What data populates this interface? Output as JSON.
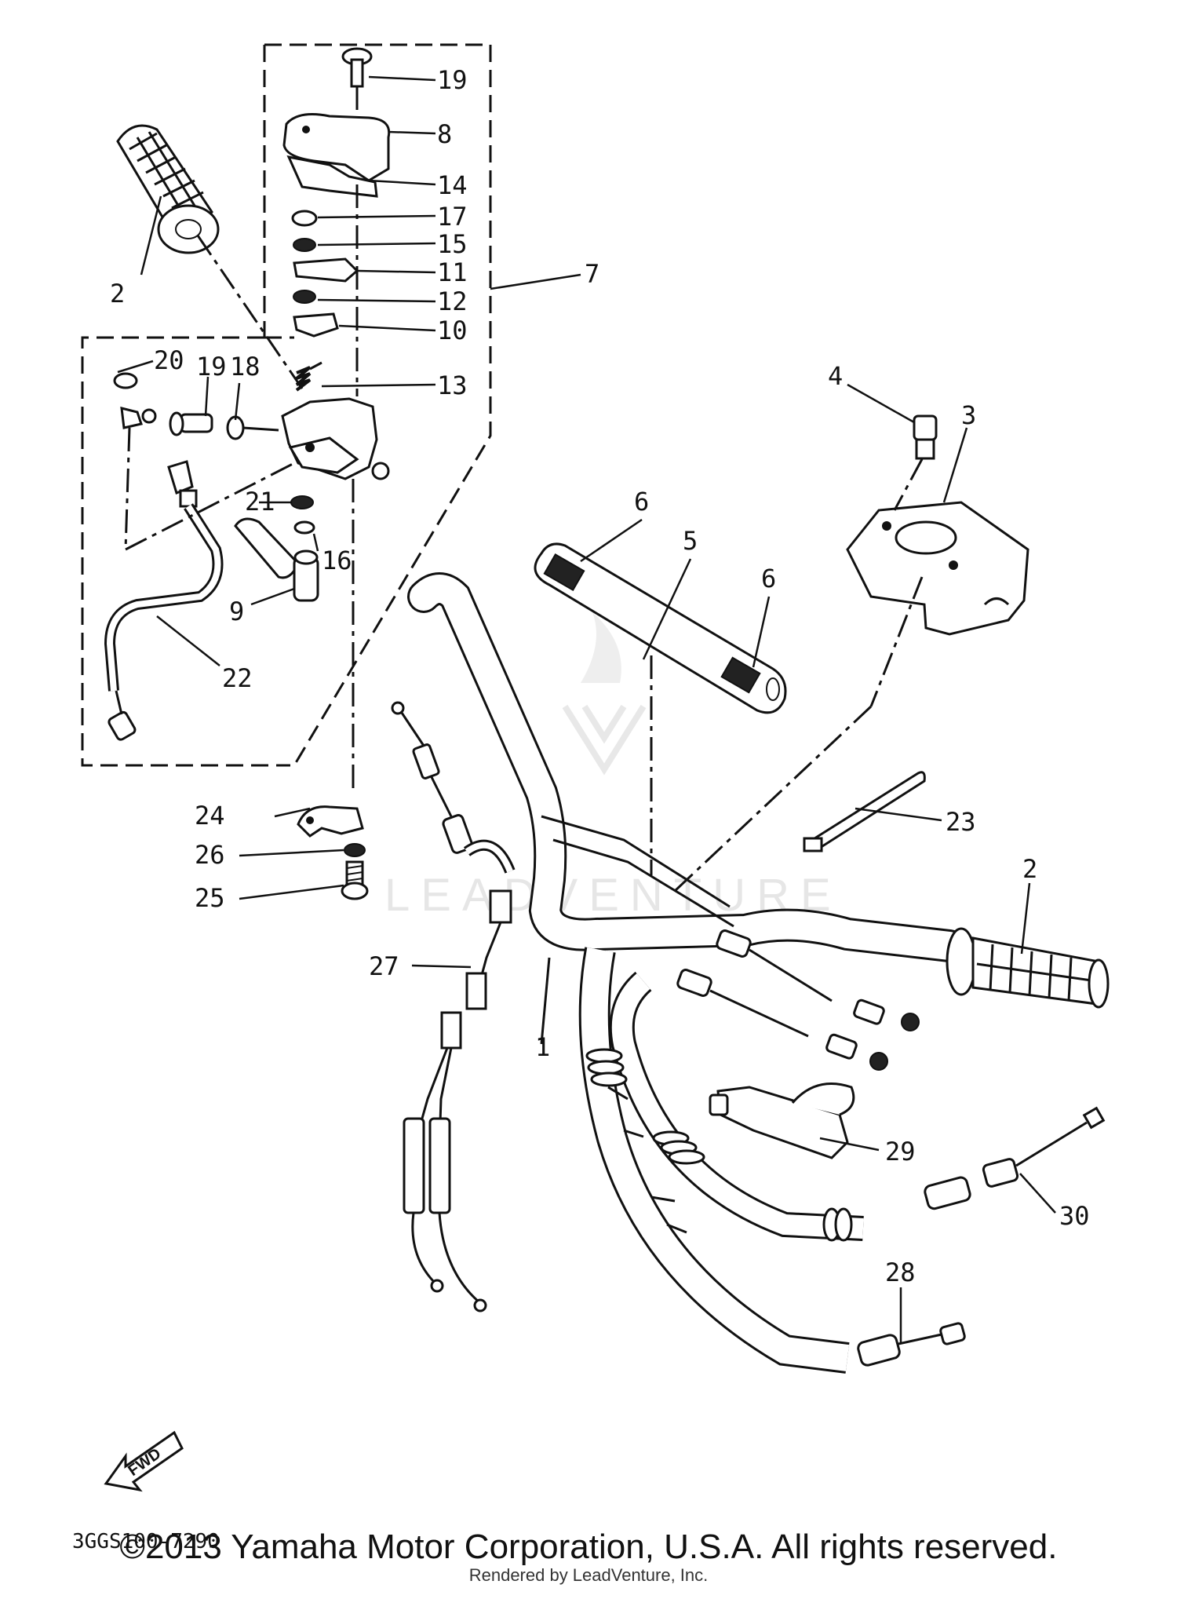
{
  "diagram_code": "3GGS100-7290",
  "direction_badge": "FWD",
  "watermark": "LEADVENTURE",
  "copyright": "©2013 Yamaha Motor Corporation, U.S.A. All rights reserved.",
  "rendered_by": "Rendered by LeadVenture, Inc.",
  "callouts": {
    "c1": "1",
    "c2a": "2",
    "c2b": "2",
    "c3": "3",
    "c4": "4",
    "c5": "5",
    "c6a": "6",
    "c6b": "6",
    "c7": "7",
    "c8": "8",
    "c9": "9",
    "c10": "10",
    "c11": "11",
    "c12": "12",
    "c13": "13",
    "c14": "14",
    "c15": "15",
    "c16": "16",
    "c17": "17",
    "c18": "18",
    "c19a": "19",
    "c19b": "19",
    "c20": "20",
    "c21": "21",
    "c22": "22",
    "c23": "23",
    "c24": "24",
    "c25": "25",
    "c26": "26",
    "c27": "27",
    "c28": "28",
    "c29": "29",
    "c30": "30"
  }
}
